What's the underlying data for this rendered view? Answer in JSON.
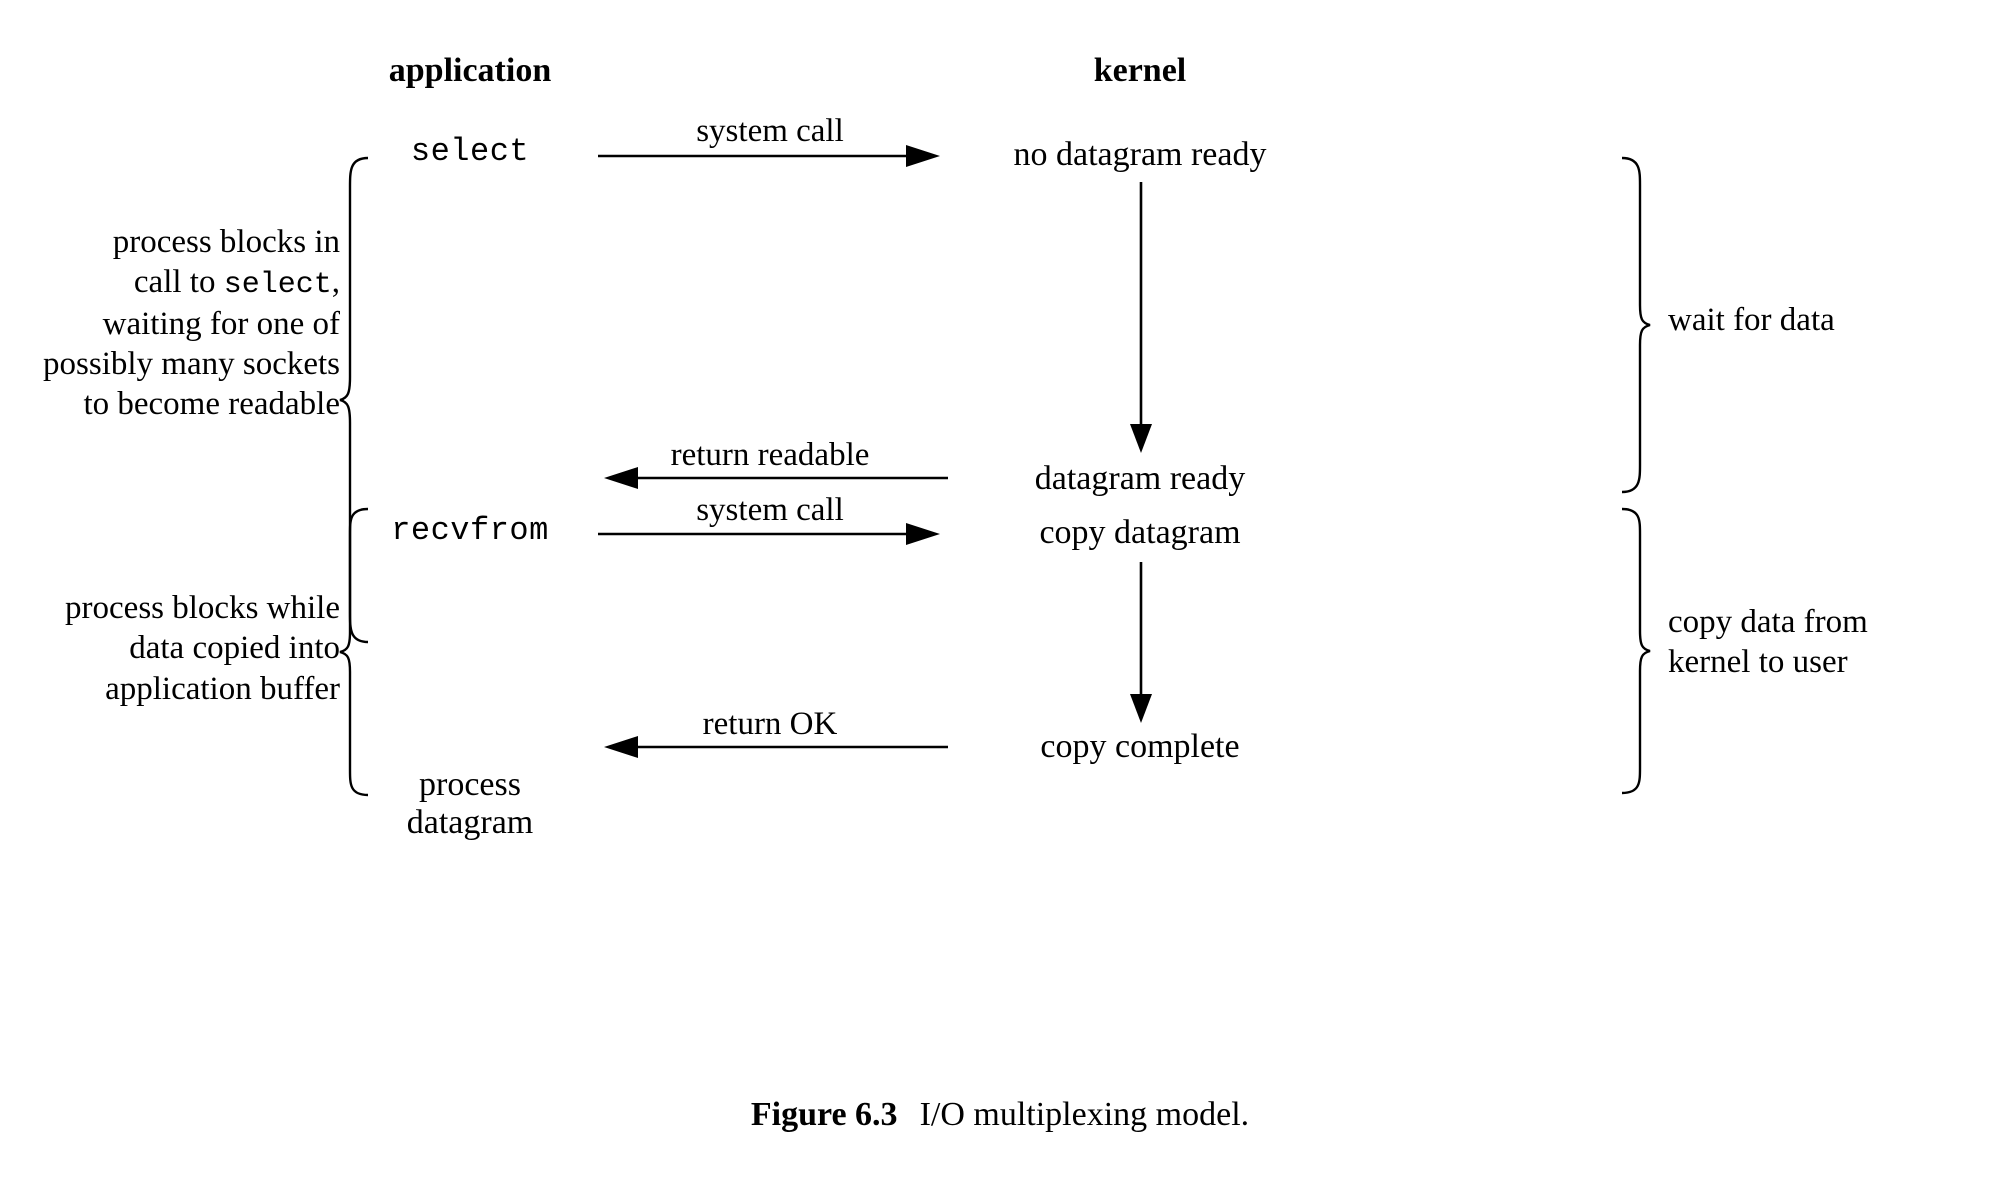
{
  "figure": {
    "columns": {
      "application": "application",
      "kernel": "kernel"
    },
    "application_nodes": {
      "select": "select",
      "recvfrom": "recvfrom",
      "process_datagram_line1": "process",
      "process_datagram_line2": "datagram"
    },
    "kernel_nodes": {
      "no_datagram_ready": "no datagram ready",
      "datagram_ready": "datagram ready",
      "copy_datagram": "copy datagram",
      "copy_complete": "copy complete"
    },
    "arrows": {
      "system_call_1": "system call",
      "return_readable": "return readable",
      "system_call_2": "system call",
      "return_ok": "return OK"
    },
    "left_notes": {
      "block1": {
        "line1": "process blocks in",
        "line2_prefix": "call to ",
        "line2_code": "select",
        "line2_suffix": ",",
        "line3": "waiting for one of",
        "line4": "possibly many sockets",
        "line5": "to become readable"
      },
      "block2": {
        "line1": "process blocks while",
        "line2": "data copied into",
        "line3": "application buffer"
      }
    },
    "right_notes": {
      "wait_for_data": "wait for data",
      "copy_data_line1": "copy data from",
      "copy_data_line2": "kernel to user"
    },
    "caption": {
      "number": "Figure 6.3",
      "text": "I/O multiplexing model."
    },
    "colors": {
      "ink": "#000000",
      "paper": "#ffffff"
    }
  }
}
